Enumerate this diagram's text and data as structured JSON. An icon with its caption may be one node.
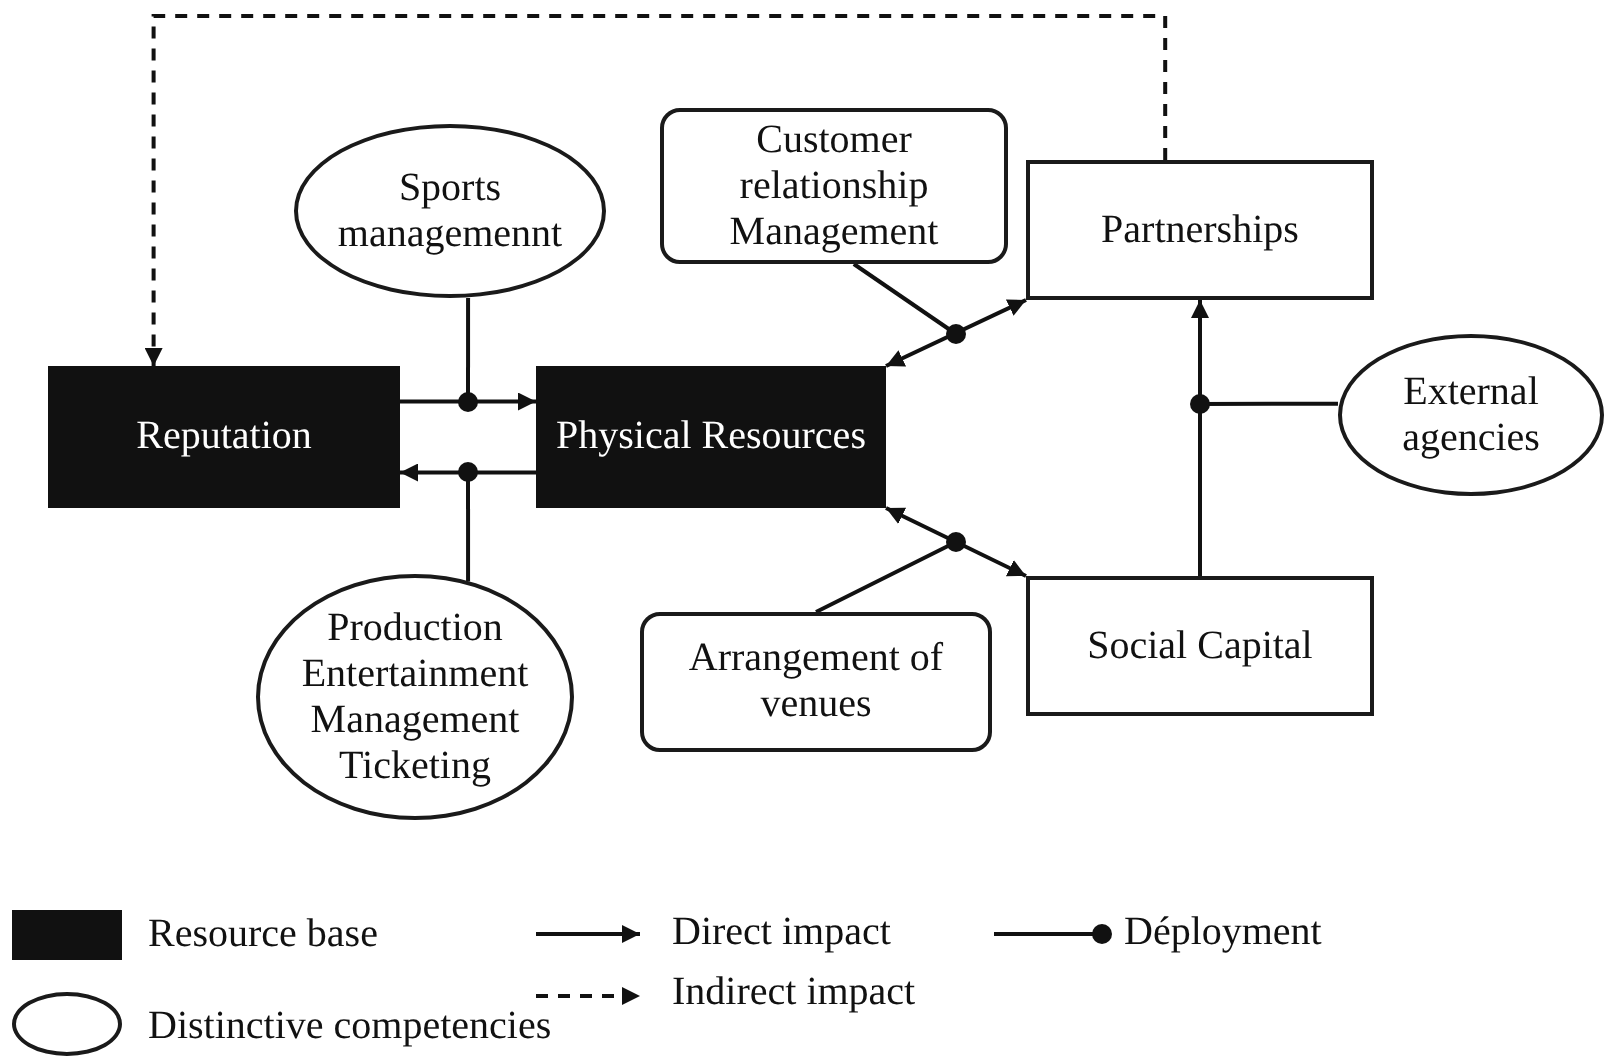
{
  "diagram": {
    "nodes": [
      {
        "text": [
          "Sports managemennt"
        ]
      },
      {
        "text": [
          "Customer relationship Management"
        ]
      },
      {
        "text": [
          "Partnerships"
        ]
      },
      {
        "text": [
          "Reputation"
        ]
      },
      {
        "text": [
          "Physical Resources"
        ]
      },
      {
        "text": [
          "External agencies"
        ]
      },
      {
        "text": [
          "Production Entertainment Management Ticketing"
        ]
      },
      {
        "text": [
          "Arrangement of venues"
        ]
      },
      {
        "text": [
          "Social Capital"
        ]
      }
    ],
    "edges": [
      {
        "from": 3,
        "to": 4,
        "arrow": "to"
      },
      {
        "from": 4,
        "to": 3,
        "arrow": "to"
      },
      {
        "from": 0,
        "to": null,
        "arrow": "other"
      },
      {
        "from": 6,
        "to": null,
        "arrow": "other"
      },
      {
        "from": 4,
        "to": 2,
        "arrow": "both"
      },
      {
        "from": 1,
        "to": null,
        "arrow": "other"
      },
      {
        "from": 4,
        "to": 8,
        "arrow": "both"
      },
      {
        "from": 7,
        "to": null,
        "arrow": "other"
      },
      {
        "from": 8,
        "to": 2,
        "arrow": "to"
      },
      {
        "from": 5,
        "to": null,
        "arrow": "other"
      },
      {
        "from": 2,
        "to": 3,
        "arrow": "to",
        "style": "dashed"
      }
    ],
    "legend": [
      {
        "text": "Resource base",
        "color": "#111111"
      },
      {
        "text": "Direct impact"
      },
      {
        "text": "Déployment"
      },
      {
        "text": "Indirect impact"
      },
      {
        "text": "Distinctive competencies"
      }
    ]
  }
}
